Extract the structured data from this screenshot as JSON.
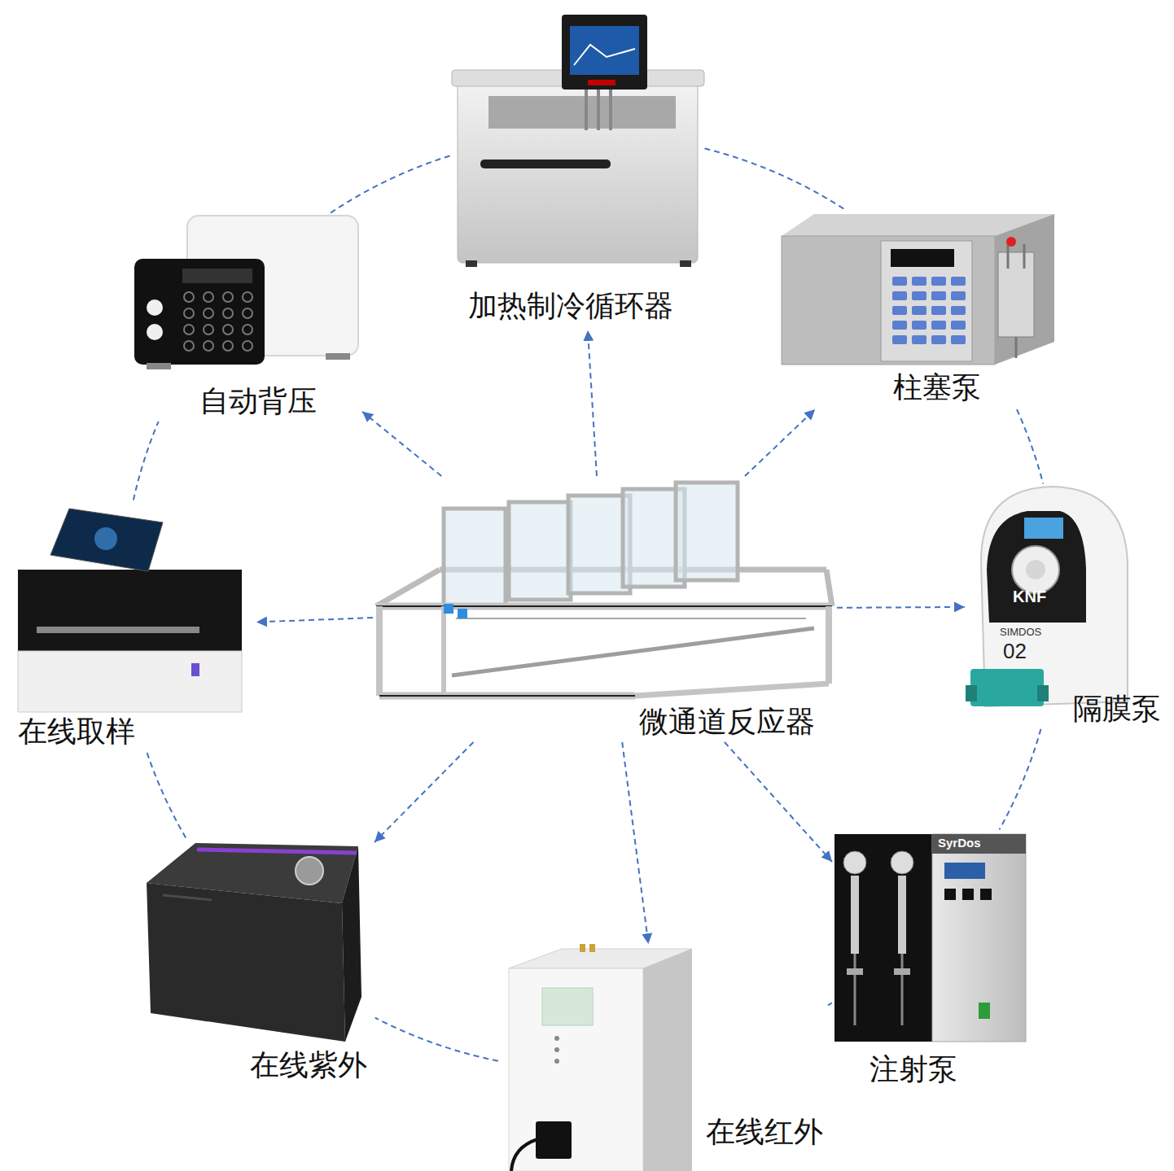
{
  "diagram": {
    "nodes": [
      {
        "text": [
          "微通道反应器"
        ]
      },
      {
        "text": [
          "加热制冷循环器"
        ]
      },
      {
        "text": [
          "柱塞泵"
        ]
      },
      {
        "text": [
          "隔膜泵"
        ]
      },
      {
        "text": [
          "注射泵"
        ]
      },
      {
        "text": [
          "在线红外"
        ]
      },
      {
        "text": [
          "在线紫外"
        ]
      },
      {
        "text": [
          "在线取样"
        ]
      },
      {
        "text": [
          "自动背压"
        ]
      }
    ],
    "edges": [
      {
        "from": 0,
        "to": 1,
        "arrow": "to"
      },
      {
        "from": 0,
        "to": 2,
        "arrow": "to"
      },
      {
        "from": 0,
        "to": 3,
        "arrow": "to"
      },
      {
        "from": 0,
        "to": 4,
        "arrow": "to"
      },
      {
        "from": 0,
        "to": 5,
        "arrow": "to"
      },
      {
        "from": 0,
        "to": 6,
        "arrow": "to"
      },
      {
        "from": 0,
        "to": 7,
        "arrow": "to"
      },
      {
        "from": 0,
        "to": 8,
        "arrow": "to"
      },
      {
        "from": 1,
        "to": 2,
        "arrow": "none"
      },
      {
        "from": 2,
        "to": 3,
        "arrow": "none"
      },
      {
        "from": 3,
        "to": 4,
        "arrow": "none"
      },
      {
        "from": 4,
        "to": 5,
        "arrow": "none"
      },
      {
        "from": 5,
        "to": 6,
        "arrow": "none"
      },
      {
        "from": 6,
        "to": 7,
        "arrow": "none"
      },
      {
        "from": 7,
        "to": 8,
        "arrow": "none"
      },
      {
        "from": 8,
        "to": 1,
        "arrow": "none"
      }
    ],
    "labels": [
      "KNF",
      "SIMDOS",
      "02",
      "SyrDos"
    ]
  }
}
